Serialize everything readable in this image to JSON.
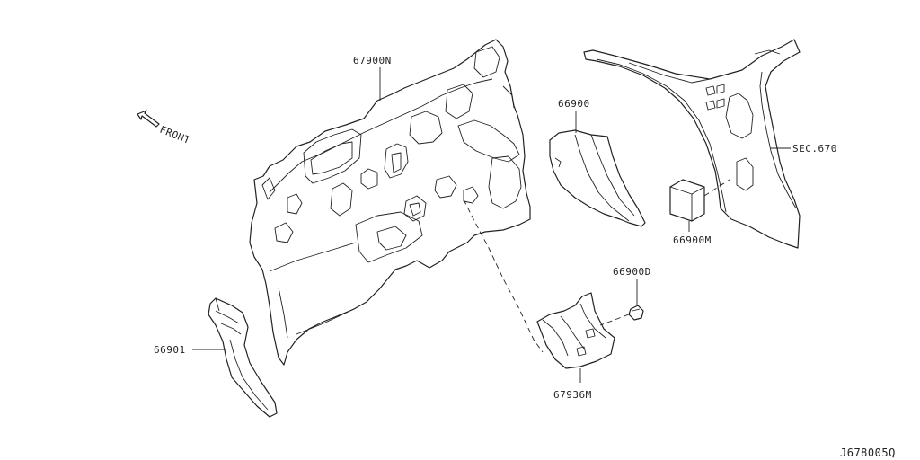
{
  "labels": {
    "dash_insulator": "67900N",
    "side_finisher": "66900",
    "body_section": "SEC.670",
    "insulator_block": "66900M",
    "clip": "66900D",
    "bracket": "67936M",
    "pillar_trim": "66901"
  },
  "direction": {
    "text": "FRONT"
  },
  "diagram_code": "J678005Q"
}
